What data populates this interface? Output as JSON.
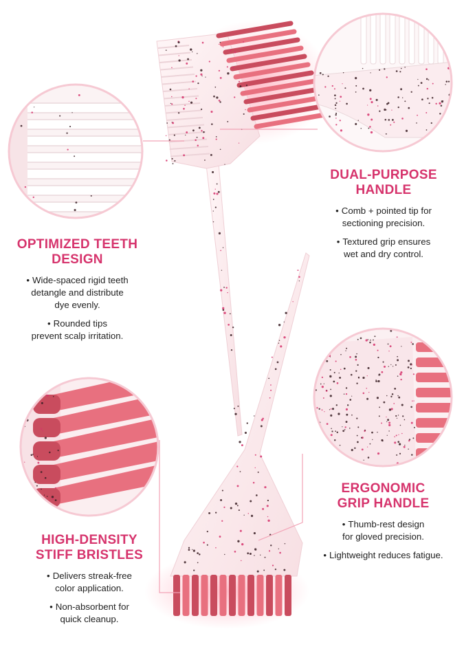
{
  "colors": {
    "accent": "#d6336c",
    "bristle": "#e8707f",
    "bristle_dark": "#c94c5e",
    "clear_plastic": "#fbeef0",
    "glitter": "#3a1e24",
    "connector": "#f2a3b6"
  },
  "features": [
    {
      "id": "optimized-teeth",
      "title_line1": "OPTIMIZED TEETH",
      "title_line2": "DESIGN",
      "bullets": [
        "Wide-spaced rigid teeth\ndetangle and distribute\ndye evenly.",
        "Rounded tips\nprevent scalp irritation."
      ]
    },
    {
      "id": "dual-purpose",
      "title_line1": "DUAL-PURPOSE",
      "title_line2": "HANDLE",
      "bullets": [
        "Comb + pointed tip for\nsectioning precision.",
        "Textured grip ensures\nwet and dry control."
      ]
    },
    {
      "id": "ergonomic-grip",
      "title_line1": "ERGONOMIC",
      "title_line2": "GRIP HANDLE",
      "bullets": [
        "Thumb-rest design\nfor gloved precision.",
        "Lightweight reduces fatigue."
      ]
    },
    {
      "id": "high-density",
      "title_line1": "HIGH-DENSITY",
      "title_line2": "STIFF BRISTLES",
      "bullets": [
        "Delivers streak-free\ncolor application.",
        "Non-absorbent for\nquick cleanup."
      ]
    }
  ],
  "bullet_glyph": "•"
}
